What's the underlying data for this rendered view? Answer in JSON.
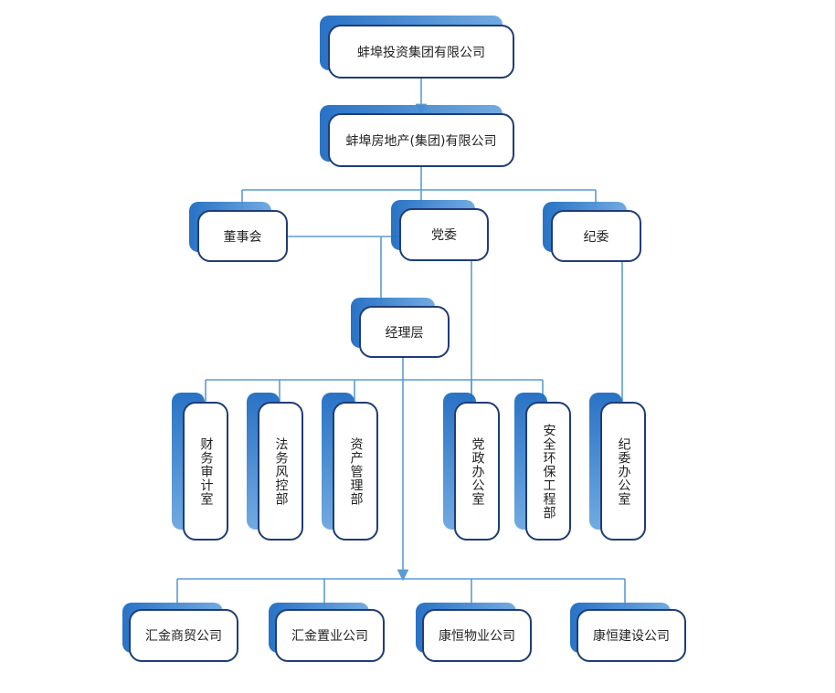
{
  "diagram": {
    "top": "蚌埠投资集团有限公司",
    "second": "蚌埠房地产(集团)有限公司",
    "level2": {
      "board": "董事会",
      "party": "党委",
      "discipline": "纪委"
    },
    "management": "经理层",
    "departments": {
      "finance": "财务审计室",
      "legal": "法务风控部",
      "assets": "资产管理部",
      "party_office": "党政办公室",
      "safety": "安全环保工程部",
      "discipline_office": "纪委办公室"
    },
    "subsidiaries": {
      "huijin_trade": "汇金商贸公司",
      "huijin_property": "汇金置业公司",
      "kangheng_wuye": "康恒物业公司",
      "kangheng_build": "康恒建设公司"
    }
  },
  "colors": {
    "border": "#1f3c78",
    "line": "#5b9bd5",
    "shadow": "#2e78c8"
  }
}
